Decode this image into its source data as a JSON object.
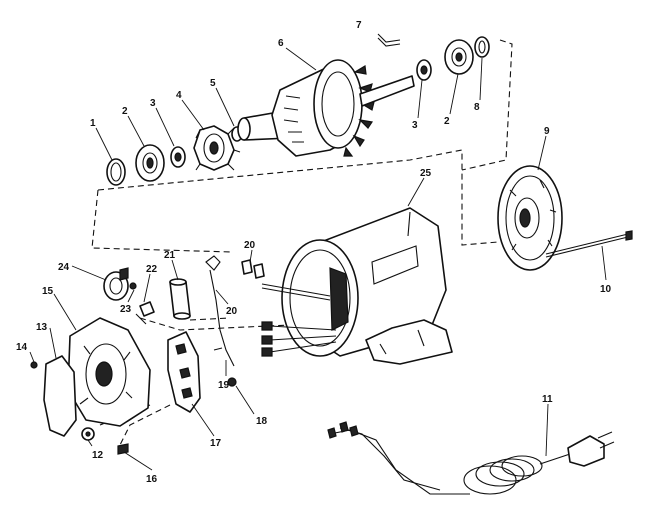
{
  "callouts": [
    {
      "id": "c1",
      "text": "1"
    },
    {
      "id": "c2a",
      "text": "2"
    },
    {
      "id": "c3a",
      "text": "3"
    },
    {
      "id": "c4",
      "text": "4"
    },
    {
      "id": "c5",
      "text": "5"
    },
    {
      "id": "c6",
      "text": "6"
    },
    {
      "id": "c7",
      "text": "7"
    },
    {
      "id": "c3b",
      "text": "3"
    },
    {
      "id": "c2b",
      "text": "2"
    },
    {
      "id": "c8",
      "text": "8"
    },
    {
      "id": "c9",
      "text": "9"
    },
    {
      "id": "c25",
      "text": "25"
    },
    {
      "id": "c10",
      "text": "10"
    },
    {
      "id": "c20a",
      "text": "20"
    },
    {
      "id": "c20b",
      "text": "20"
    },
    {
      "id": "c21",
      "text": "21"
    },
    {
      "id": "c22",
      "text": "22"
    },
    {
      "id": "c23",
      "text": "23"
    },
    {
      "id": "c24",
      "text": "24"
    },
    {
      "id": "c15",
      "text": "15"
    },
    {
      "id": "c13",
      "text": "13"
    },
    {
      "id": "c14",
      "text": "14"
    },
    {
      "id": "c19",
      "text": "19"
    },
    {
      "id": "c18",
      "text": "18"
    },
    {
      "id": "c17",
      "text": "17"
    },
    {
      "id": "c12",
      "text": "12"
    },
    {
      "id": "c16",
      "text": "16"
    },
    {
      "id": "c11",
      "text": "11"
    }
  ]
}
